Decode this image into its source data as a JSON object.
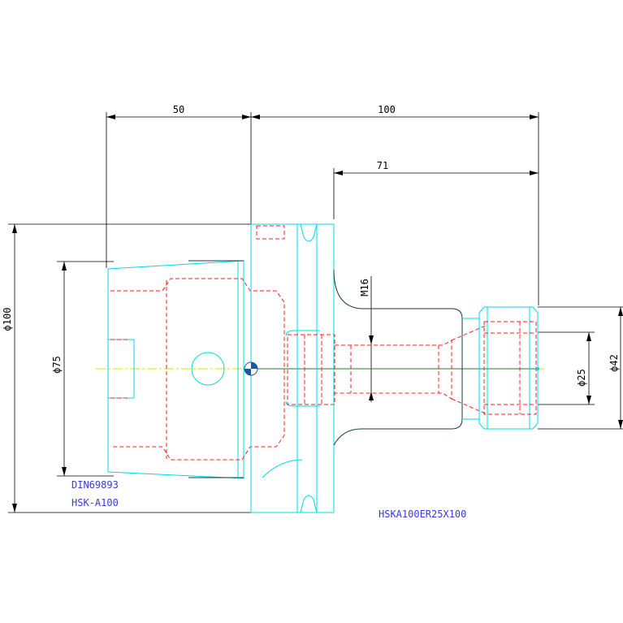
{
  "drawing": {
    "dimensions": {
      "len_50": "50",
      "len_100": "100",
      "len_71": "71",
      "dia_100": "ϕ100",
      "dia_75": "ϕ75",
      "dia_42": "ϕ42",
      "dia_25": "ϕ25",
      "thread_m16": "M16"
    },
    "notes": {
      "standard": "DIN69893",
      "taper": "HSK-A100",
      "part_number": "HSKA100ER25X100"
    },
    "colors": {
      "body": "#00d8e8",
      "hidden": "#ff2020",
      "dimension": "#000000",
      "centerline": "#e6e000",
      "note": "#3a3ad6"
    }
  }
}
